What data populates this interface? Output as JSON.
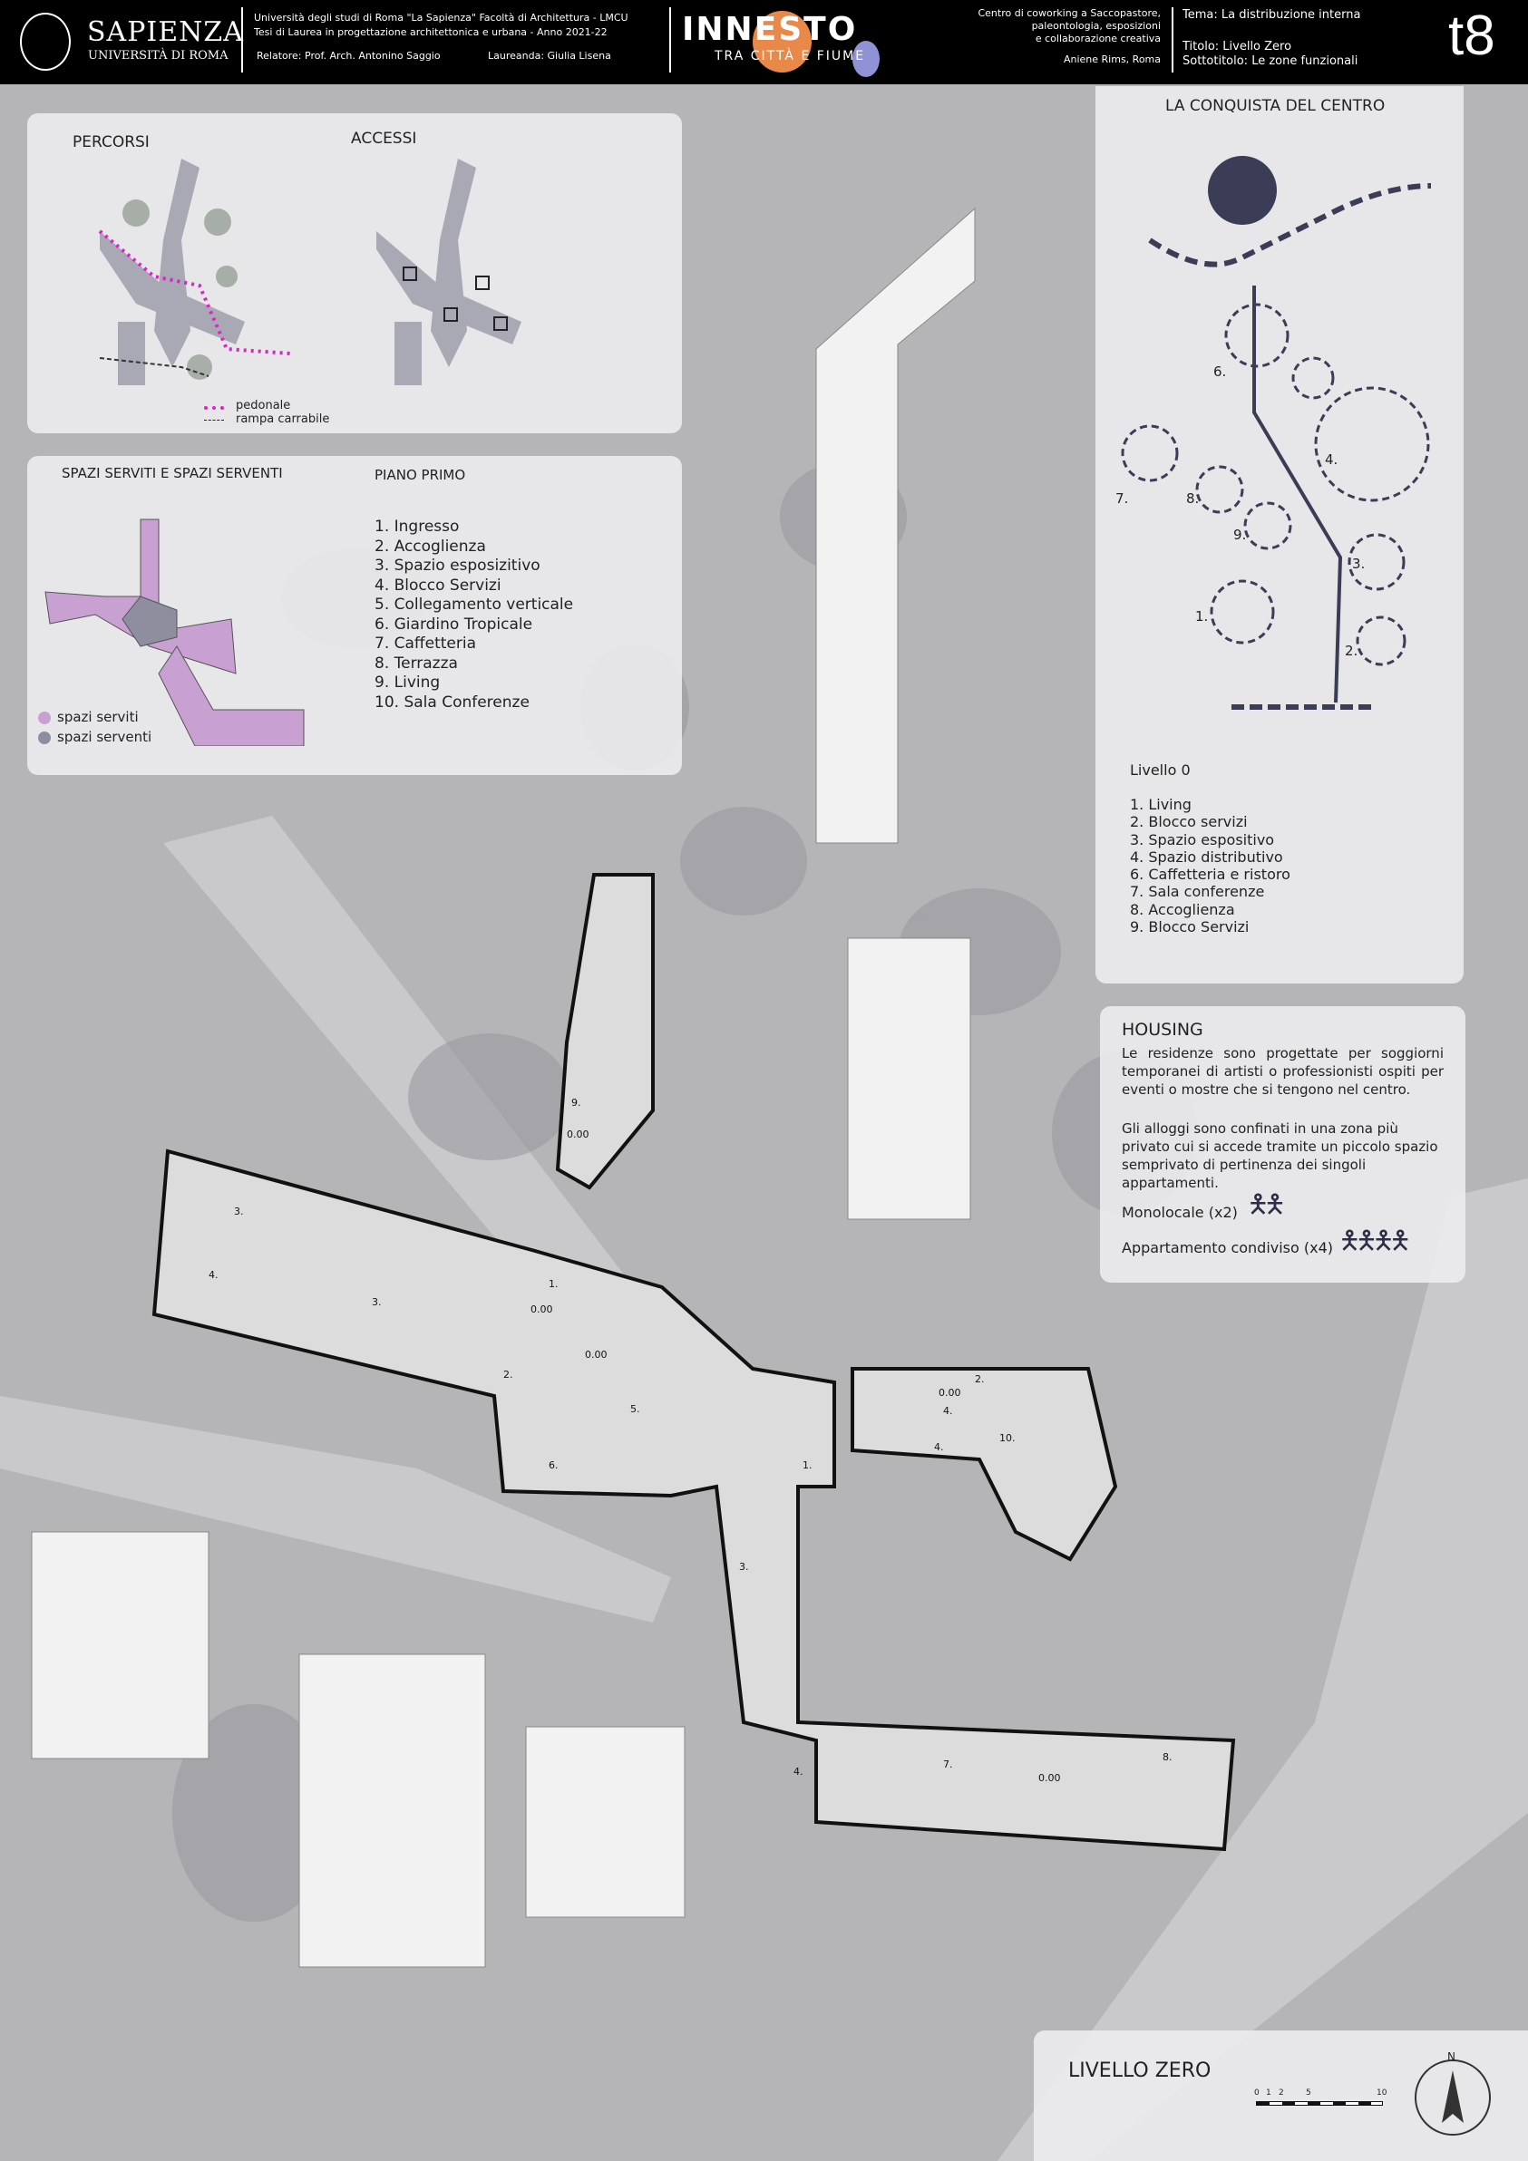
{
  "header": {
    "university_name": "Sapienza",
    "university_sub": "Università di Roma",
    "line1": "Università degli studi di Roma \"La Sapienza\" Facoltà di Architettura - LMCU",
    "line2": "Tesi di Laurea in progettazione architettonica e urbana - Anno  2021-22",
    "relatore": "Relatore: Prof. Arch. Antonino Saggio",
    "laureanda": "Laureanda: Giulia Lisena",
    "logo_title": "INNESTO",
    "logo_sub": "TRA CITTÀ E FIUME",
    "project": [
      "Centro di coworking a Saccopastore,",
      "paleontologia, esposizioni",
      "e collaborazione creativa"
    ],
    "location": "Aniene Rims, Roma",
    "tema": "Tema: La distribuzione interna",
    "titolo": "Titolo: Livello Zero",
    "sottotitolo": "Sottotitolo: Le zone funzionali",
    "board": "t8"
  },
  "percorsi": {
    "title": "PERCORSI",
    "accessi": "ACCESSI",
    "legend": [
      "pedonale",
      "rampa carrabile"
    ]
  },
  "spazi": {
    "title": "SPAZI SERVITI E SPAZI SERVENTI",
    "legend": [
      "spazi serviti",
      "spazi serventi"
    ],
    "piano_title": "PIANO PRIMO",
    "items": [
      "1. Ingresso",
      "2. Accoglienza",
      "3. Spazio esposizitivo",
      "4. Blocco Servizi",
      "5. Collegamento verticale",
      "6. Giardino Tropicale",
      "7. Caffetteria",
      "8. Terrazza",
      "9. Living",
      "10. Sala Conferenze"
    ]
  },
  "conquista": {
    "title": "LA CONQUISTA DEL CENTRO",
    "nodes": [
      "1.",
      "2.",
      "3.",
      "4.",
      "6.",
      "7.",
      "8.",
      "9."
    ],
    "livello_title": "Livello 0",
    "items": [
      "1. Living",
      "2. Blocco servizi",
      "3. Spazio espositivo",
      "4. Spazio distributivo",
      "6. Caffetteria e ristoro",
      "7. Sala conferenze",
      "8. Accoglienza",
      "9. Blocco Servizi"
    ]
  },
  "housing": {
    "title": "HOUSING",
    "p1": "Le residenze sono progettate per soggiorni temporanei di artisti o professionisti ospiti per eventi o mostre che si tengono nel centro.",
    "p2": "Gli alloggi sono confinati in una zona più privato cui si accede tramite un piccolo spazio semprivato di pertinenza dei singoli appartamenti.",
    "mono": "Monolocale (x2)",
    "mono_count": 2,
    "app": "Appartamento condiviso (x4)",
    "app_count": 4
  },
  "plan": {
    "labels": [
      "3.",
      "4.",
      "3.",
      "1.",
      "2.",
      "0.00",
      "0.00",
      "5.",
      "6.",
      "9.",
      "0.00",
      "1.",
      "3.",
      "4.",
      "7.",
      "8.",
      "0.00",
      "2.",
      "4.",
      "10.",
      "4.",
      "0.00"
    ]
  },
  "footer": {
    "title": "LIVELLO ZERO",
    "scale": [
      "0",
      "1",
      "2",
      "5",
      "10"
    ],
    "north": "N"
  },
  "colors": {
    "serviti": "#c9a0d2",
    "serventi": "#8e8e9e",
    "orange": "#e8894a",
    "blue": "#8f93d6",
    "dark": "#3a3d55",
    "magenta": "#e020c8"
  }
}
